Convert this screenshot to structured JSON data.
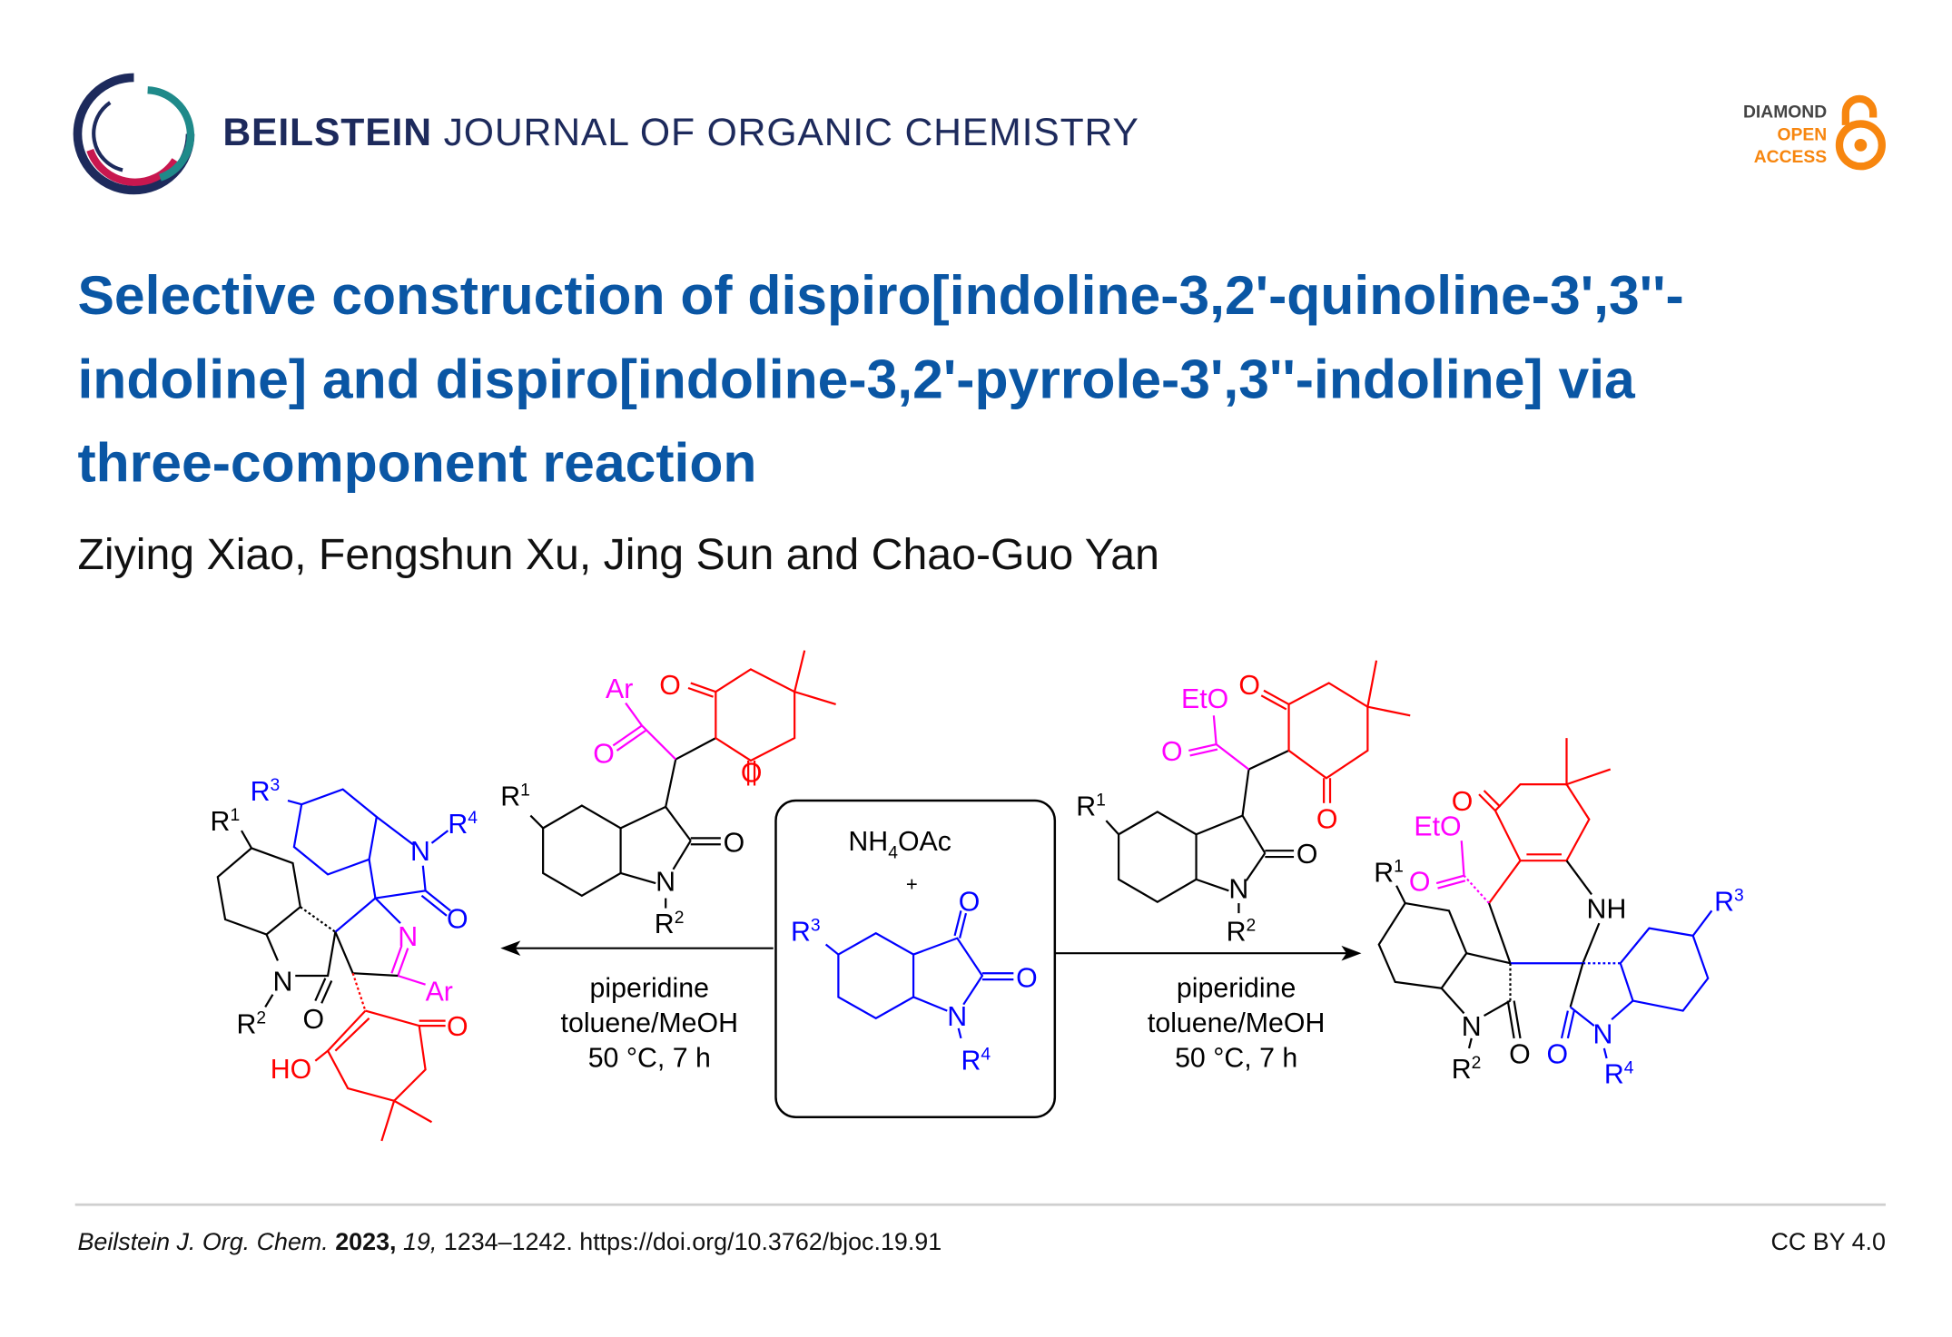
{
  "header": {
    "journal_bold": "BEILSTEIN",
    "journal_rest": " JOURNAL OF ORGANIC CHEMISTRY",
    "badge": [
      "DIAMOND",
      "OPEN",
      "ACCESS"
    ],
    "logo_icon": "beilstein-rings-logo",
    "oa_icon": "open-lock-icon"
  },
  "article": {
    "title_lines": [
      "Selective construction of dispiro[indoline-3,2'-quinoline-3',3''-",
      "indoline] and dispiro[indoline-3,2'-pyrrole-3',3''-indoline] via",
      "three-component reaction"
    ],
    "authors": "Ziying Xiao, Fengshun Xu, Jing Sun and Chao-Guo Yan"
  },
  "scheme": {
    "center": {
      "reagent": "NH",
      "reagent_sub": "4",
      "reagent_rest": "OAc",
      "plus": "+",
      "R": "R",
      "n3": "3",
      "n4": "4",
      "O": "O",
      "N": "N"
    },
    "conditions_left": [
      "piperidine",
      "toluene/MeOH",
      "50 °C, 7 h"
    ],
    "conditions_right": [
      "piperidine",
      "toluene/MeOH",
      "50 °C, 7 h"
    ],
    "labels": {
      "R": "R",
      "n1": "1",
      "n2": "2",
      "n3": "3",
      "n4": "4",
      "O": "O",
      "N": "N",
      "NH": "NH",
      "Ar": "Ar",
      "HO": "HO",
      "EtO": "EtO"
    },
    "colors": {
      "isatin": "#0000ff",
      "dimedone": "#ff0000",
      "acyl": "#ff00ff",
      "oxindole": "#000000"
    }
  },
  "footer": {
    "journal": "Beilstein J. Org. Chem.",
    "year": "2023,",
    "volume": "19,",
    "pages_doi": "1234–1242. https://doi.org/10.3762/bjoc.19.91",
    "license": "CC BY 4.0"
  }
}
